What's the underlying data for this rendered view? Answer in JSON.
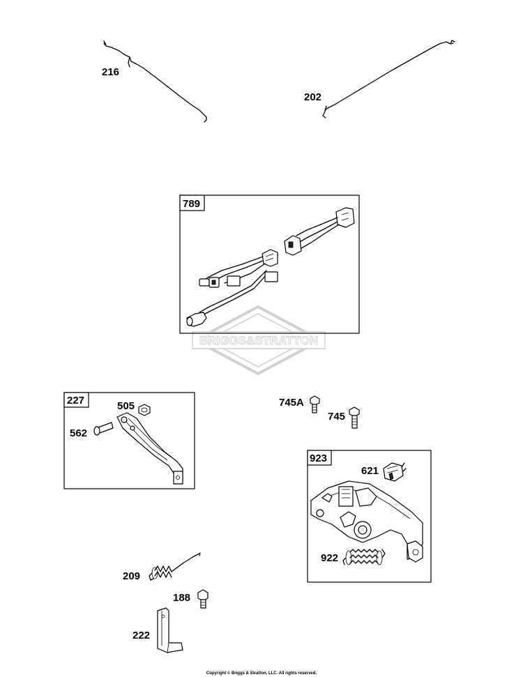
{
  "parts": {
    "p216": "216",
    "p202": "202",
    "p789": "789",
    "p227": "227",
    "p505": "505",
    "p562": "562",
    "p745a": "745A",
    "p745": "745",
    "p923": "923",
    "p621": "621",
    "p922": "922",
    "p209": "209",
    "p188": "188",
    "p222": "222"
  },
  "watermark": "BRIGGS&STRATTON",
  "copyright": "Copyright © Briggs & Stratton, LLC. All rights reserved."
}
